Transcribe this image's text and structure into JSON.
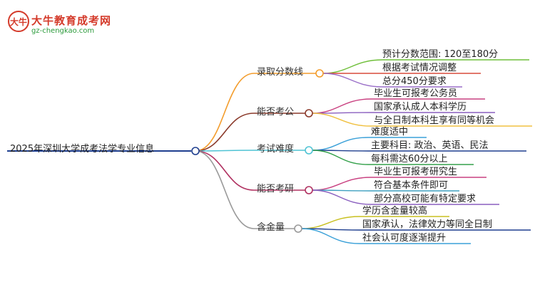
{
  "logo": {
    "title": "大牛教育成考网",
    "url_text": "gz-chengkao.com",
    "mark": "大牛"
  },
  "root": "2025年深圳大学成考法学专业信息",
  "branches": [
    {
      "label": "录取分数线",
      "color": "#f39c2b",
      "leaves": [
        "预计分数范围: 120至180分",
        "根据考试情况调整",
        "总分450分要求"
      ]
    },
    {
      "label": "能否考公",
      "color": "#8b3a2b",
      "leaves": [
        "毕业生可报考公务员",
        "国家承认成人本科学历",
        "与全日制本科生享有同等机会"
      ]
    },
    {
      "label": "考试难度",
      "color": "#4fc3d4",
      "leaves": [
        "难度适中",
        "主要科目: 政治、英语、民法",
        "每科需达60分以上"
      ]
    },
    {
      "label": "能否考研",
      "color": "#b03060",
      "leaves": [
        "毕业生可报考研究生",
        "符合基本条件即可",
        "部分高校可能有特定要求"
      ]
    },
    {
      "label": "含金量",
      "color": "#999999",
      "leaves": [
        "学历含金量较高",
        "国家承认，法律效力等同全日制",
        "社会认可度逐渐提升"
      ]
    }
  ],
  "leaf_colors": [
    [
      "#6fbf3a",
      "#d94a3a",
      "#9a6fc8"
    ],
    [
      "#c94080",
      "#8a5fbf",
      "#f0c040"
    ],
    [
      "#3aa0d8",
      "#1f3f8f",
      "#33a04a"
    ],
    [
      "#c94080",
      "#3fa0c0",
      "#8a5fbf"
    ],
    [
      "#c8c020",
      "#1f3f8f",
      "#3aa0d8"
    ]
  ]
}
